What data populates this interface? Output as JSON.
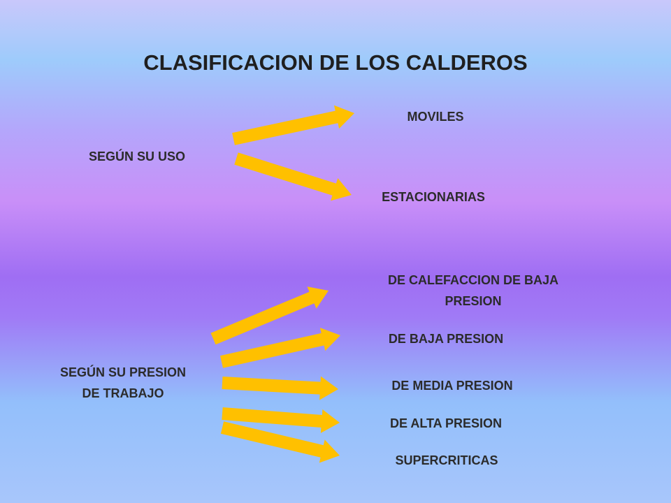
{
  "title": "CLASIFICACION DE LOS CALDEROS",
  "colors": {
    "arrow": "#ffc000",
    "text": "#2b2b2b"
  },
  "groups": [
    {
      "label_lines": [
        "SEGÚN SU USO"
      ],
      "items": [
        {
          "lines": [
            "MOVILES"
          ]
        },
        {
          "lines": [
            "ESTACIONARIAS"
          ]
        }
      ]
    },
    {
      "label_lines": [
        "SEGÚN SU PRESION",
        "DE TRABAJO"
      ],
      "items": [
        {
          "lines": [
            "DE CALEFACCION DE BAJA",
            "PRESION"
          ]
        },
        {
          "lines": [
            "DE BAJA PRESION"
          ]
        },
        {
          "lines": [
            "DE MEDIA PRESION"
          ]
        },
        {
          "lines": [
            "DE ALTA PRESION"
          ]
        },
        {
          "lines": [
            "SUPERCRITICAS"
          ]
        }
      ]
    }
  ]
}
